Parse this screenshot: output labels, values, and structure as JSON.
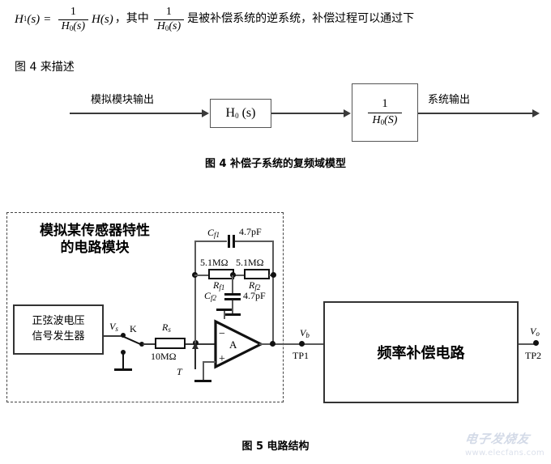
{
  "paragraph": {
    "eq_lhs": "H",
    "eq_lhs_sub": "1",
    "eq_lhs_arg": "(s)",
    "eq_equals": "=",
    "frac1_num": "1",
    "frac1_den_h": "H",
    "frac1_den_sub": "0",
    "frac1_den_arg": "(s)",
    "eq_rhs_h": "H",
    "eq_rhs_arg": "(s)",
    "text_mid": "，其中",
    "frac2_num": "1",
    "frac2_den_h": "H",
    "frac2_den_sub": "0",
    "frac2_den_arg": "(s)",
    "text_tail": "是被补偿系统的逆系统，补偿过程可以通过下",
    "text_line2": "图 4 来描述"
  },
  "block_diagram": {
    "input_label": "模拟模块输出",
    "output_label": "系统输出",
    "box1_h": "H",
    "box1_sub": "0",
    "box1_arg": "(s)",
    "box2_num": "1",
    "box2_den_h": "H",
    "box2_den_sub": "0",
    "box2_den_arg": "(S)"
  },
  "fig4_caption": "图 4 补偿子系统的复频域模型",
  "fig5_caption": "图 5 电路结构",
  "circuit": {
    "module_title_line1": "模拟某传感器特性",
    "module_title_line2": "的电路模块",
    "generator_line1": "正弦波电压",
    "generator_line2": "信号发生器",
    "vs_label": "V",
    "vs_sub": "s",
    "switch_label": "K",
    "rs_label": "R",
    "rs_sub": "s",
    "rs_value": "10MΩ",
    "t_label": "T",
    "cf1_label": "C",
    "cf1_sub": "f1",
    "cf1_value": "4.7pF",
    "rf1_label": "R",
    "rf1_sub": "f1",
    "rf1_value": "5.1MΩ",
    "rf2_label": "R",
    "rf2_sub": "f2",
    "rf2_value": "5.1MΩ",
    "cf2_label": "C",
    "cf2_sub": "f2",
    "cf2_value": "4.7pF",
    "opamp_label": "A",
    "opamp_minus": "−",
    "opamp_plus": "+",
    "vb_label": "V",
    "vb_sub": "b",
    "tp1_label": "TP1",
    "comp_box_label": "频率补偿电路",
    "vo_label": "V",
    "vo_sub": "o",
    "tp2_label": "TP2"
  },
  "watermark": {
    "brand": "电子发烧友",
    "url": "www.elecfans.com"
  },
  "colors": {
    "ink": "#000000",
    "wire": "#3a3a3a",
    "watermark": "#7d90b8"
  }
}
